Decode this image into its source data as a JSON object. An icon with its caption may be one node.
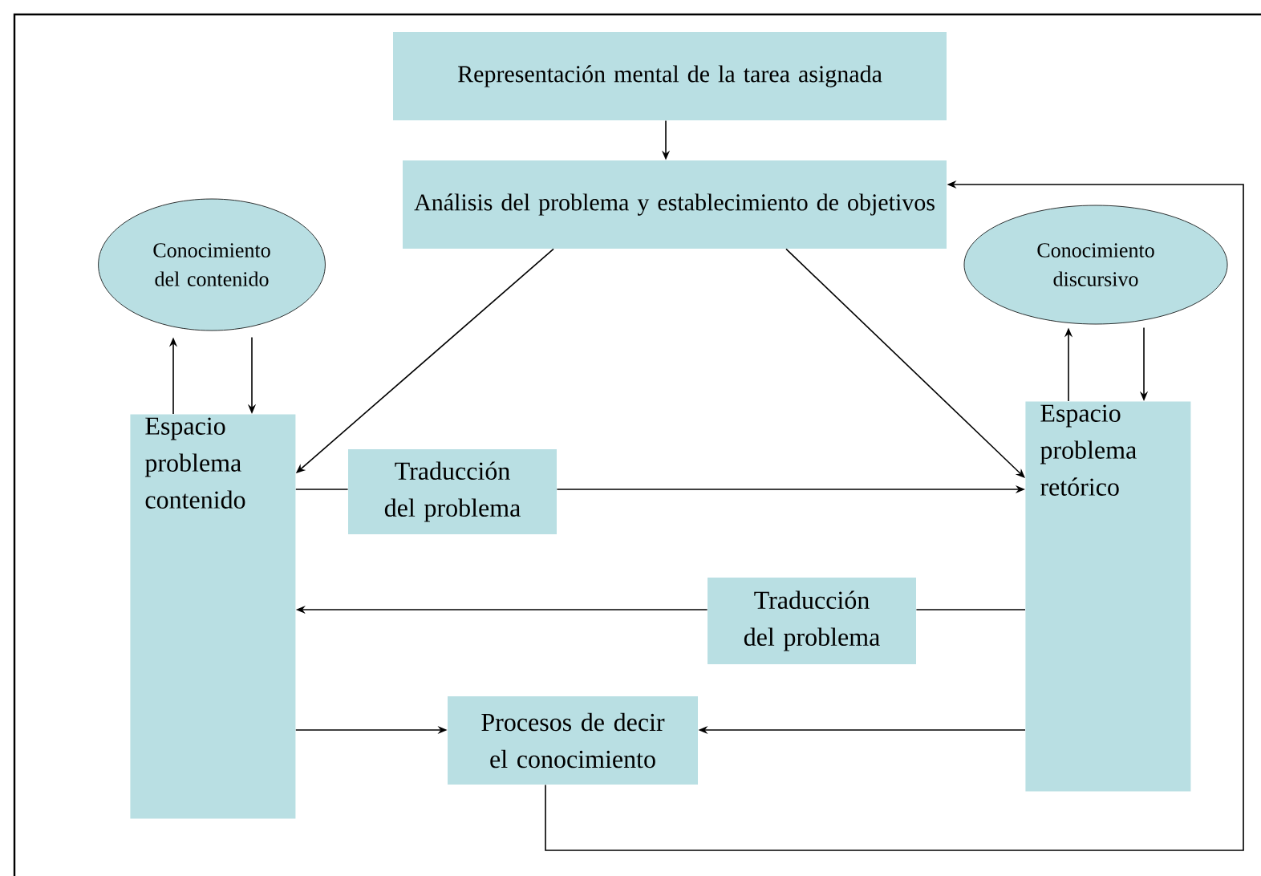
{
  "diagram": {
    "nodes": [
      {
        "text": [
          "Representación mental de la tarea asignada"
        ]
      },
      {
        "text": [
          "Análisis del problema y establecimiento de objetivos"
        ]
      },
      {
        "text": [
          "Conocimiento del contenido"
        ]
      },
      {
        "text": [
          "Conocimiento discursivo"
        ]
      },
      {
        "text": [
          "Espacio problema contenido"
        ]
      },
      {
        "text": [
          "Traducción del problema"
        ]
      },
      {
        "text": [
          "Espacio problema retórico"
        ]
      },
      {
        "text": [
          "Traducción del problema"
        ]
      },
      {
        "text": [
          "Procesos de decir el conocimiento"
        ]
      }
    ],
    "edges": [
      {
        "from": 0,
        "to": 1,
        "arrow": "to"
      },
      {
        "from": 1,
        "to": 4,
        "arrow": "to"
      },
      {
        "from": 1,
        "to": 6,
        "arrow": "to"
      },
      {
        "from": 4,
        "to": 2,
        "arrow": "to"
      },
      {
        "from": 2,
        "to": 4,
        "arrow": "to"
      },
      {
        "from": 6,
        "to": 3,
        "arrow": "to"
      },
      {
        "from": 3,
        "to": 6,
        "arrow": "to"
      },
      {
        "from": 4,
        "to": 5,
        "arrow": "none"
      },
      {
        "from": 5,
        "to": 6,
        "arrow": "to"
      },
      {
        "from": 6,
        "to": 7,
        "arrow": "none"
      },
      {
        "from": 7,
        "to": 4,
        "arrow": "to"
      },
      {
        "from": 4,
        "to": 8,
        "arrow": "to"
      },
      {
        "from": 6,
        "to": 8,
        "arrow": "to"
      },
      {
        "from": 8,
        "to": 1,
        "arrow": "to"
      }
    ]
  }
}
